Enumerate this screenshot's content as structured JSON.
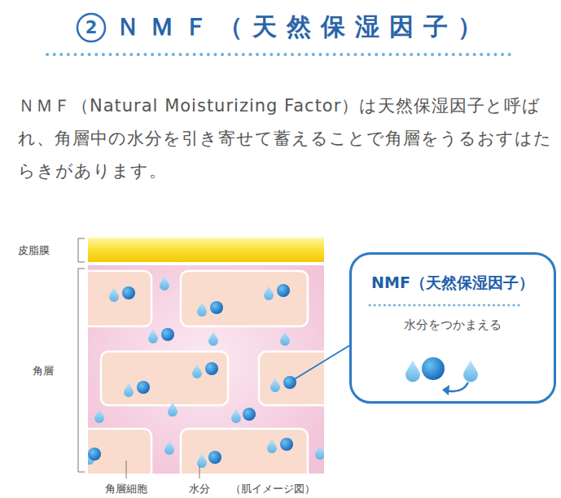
{
  "diagram": {
    "title": "ＮＭＦ（天然保湿因子）",
    "nodes": [
      {
        "text": [
          "NMF（天然保湿因子）",
          "水分をつかまえる"
        ]
      }
    ],
    "labels": [
      "2",
      "ＮＭＦ（Natural Moisturizing Factor）は天然保湿因子と呼ばれ、角層中の水分を引き寄せて蓄えることで角層をうるおすはたらきがあります。",
      "皮脂膜",
      "角層",
      "角層細胞",
      "水分",
      "（肌イメージ図）"
    ]
  }
}
